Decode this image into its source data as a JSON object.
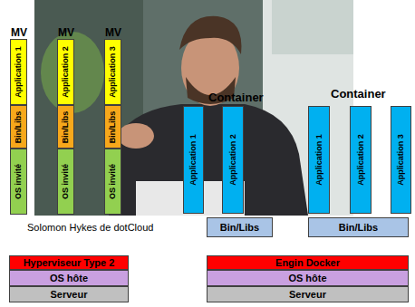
{
  "diagram": {
    "caption": "Solomon Hykes de dotCloud",
    "nodes": [
      {
        "text": [
          "Application 1"
        ]
      },
      {
        "text": [
          "Bin/Libs"
        ]
      },
      {
        "text": [
          "OS invité"
        ]
      },
      {
        "text": [
          "Application 2"
        ]
      },
      {
        "text": [
          "Bin/Libs"
        ]
      },
      {
        "text": [
          "OS invité"
        ]
      },
      {
        "text": [
          "Application 3"
        ]
      },
      {
        "text": [
          "Bin/Libs"
        ]
      },
      {
        "text": [
          "OS invité"
        ]
      },
      {
        "text": [
          "Application 1"
        ]
      },
      {
        "text": [
          "Application 2"
        ]
      },
      {
        "text": [
          "Application 1"
        ]
      },
      {
        "text": [
          "Application 2"
        ]
      },
      {
        "text": [
          "Application 3"
        ]
      },
      {
        "text": [
          "Bin/Libs"
        ]
      },
      {
        "text": [
          "Bin/Libs"
        ]
      },
      {
        "text": [
          "Hyperviseur Type 2"
        ]
      },
      {
        "text": [
          "Engin Docker"
        ]
      },
      {
        "text": [
          "OS hôte"
        ]
      },
      {
        "text": [
          "OS hôte"
        ]
      },
      {
        "text": [
          "Serveur"
        ]
      },
      {
        "text": [
          "Serveur"
        ]
      }
    ],
    "labels": [
      "MV",
      "MV",
      "MV",
      "Container",
      "Container"
    ]
  }
}
